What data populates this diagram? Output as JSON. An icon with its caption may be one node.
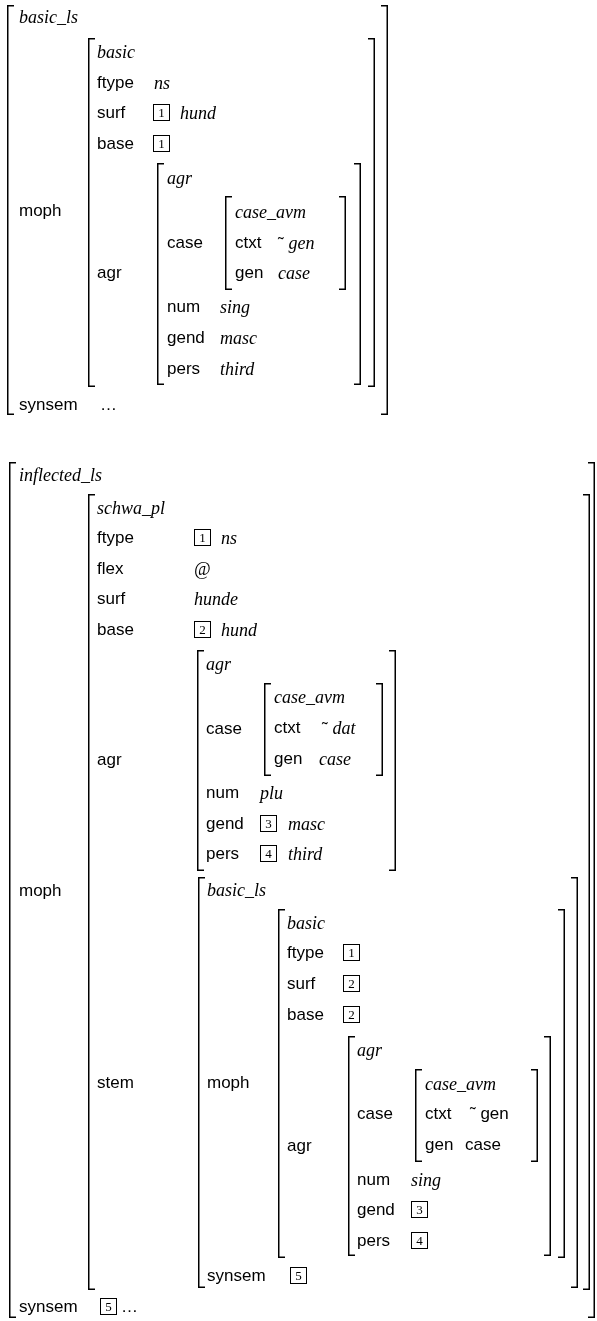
{
  "diagram": {
    "nodes": [
      {
        "text": [
          "basic_ls",
          "moph",
          "synsem",
          "…"
        ]
      },
      {
        "text": [
          "basic",
          "ftype",
          "ns",
          "surf",
          "hund",
          "base",
          "agr"
        ],
        "in": 0
      },
      {
        "text": [
          "1"
        ],
        "in": 1
      },
      {
        "text": [
          "1"
        ],
        "in": 1
      },
      {
        "text": [
          "agr",
          "case",
          "num",
          "sing",
          "gend",
          "masc",
          "pers",
          "third"
        ],
        "in": 1
      },
      {
        "text": [
          "case_avm",
          "ctxt",
          "˜ *gen*",
          "gen",
          "case"
        ],
        "in": 4
      },
      {
        "text": [
          "inflected_ls",
          "moph",
          "synsem",
          "…"
        ]
      },
      {
        "text": [
          "schwa_pl",
          "ftype",
          "ns",
          "flex",
          "@",
          "surf",
          "hunde",
          "base",
          "hund",
          "agr",
          "stem"
        ],
        "in": 6
      },
      {
        "text": [
          "1"
        ],
        "in": 7
      },
      {
        "text": [
          "2"
        ],
        "in": 7
      },
      {
        "text": [
          "agr",
          "case",
          "num",
          "plu",
          "gend",
          "masc",
          "pers",
          "third"
        ],
        "in": 7
      },
      {
        "text": [
          "case_avm",
          "ctxt",
          "˜ *dat*",
          "gen",
          "case"
        ],
        "in": 10
      },
      {
        "text": [
          "3"
        ],
        "in": 10
      },
      {
        "text": [
          "4"
        ],
        "in": 10
      },
      {
        "text": [
          "basic_ls",
          "moph",
          "synsem"
        ],
        "in": 7
      },
      {
        "text": [
          "basic",
          "ftype",
          "surf",
          "base",
          "agr"
        ],
        "in": 14
      },
      {
        "text": [
          "1"
        ],
        "in": 15
      },
      {
        "text": [
          "2"
        ],
        "in": 15
      },
      {
        "text": [
          "2"
        ],
        "in": 15
      },
      {
        "text": [
          "agr",
          "case",
          "num",
          "sing",
          "gend",
          "pers"
        ],
        "in": 15
      },
      {
        "text": [
          "case_avm",
          "ctxt",
          "˜ gen",
          "gen",
          "case"
        ],
        "in": 19
      },
      {
        "text": [
          "3"
        ],
        "in": 19
      },
      {
        "text": [
          "4"
        ],
        "in": 19
      },
      {
        "text": [
          "5"
        ],
        "in": 14
      },
      {
        "text": [
          "5"
        ],
        "in": 6
      }
    ]
  }
}
